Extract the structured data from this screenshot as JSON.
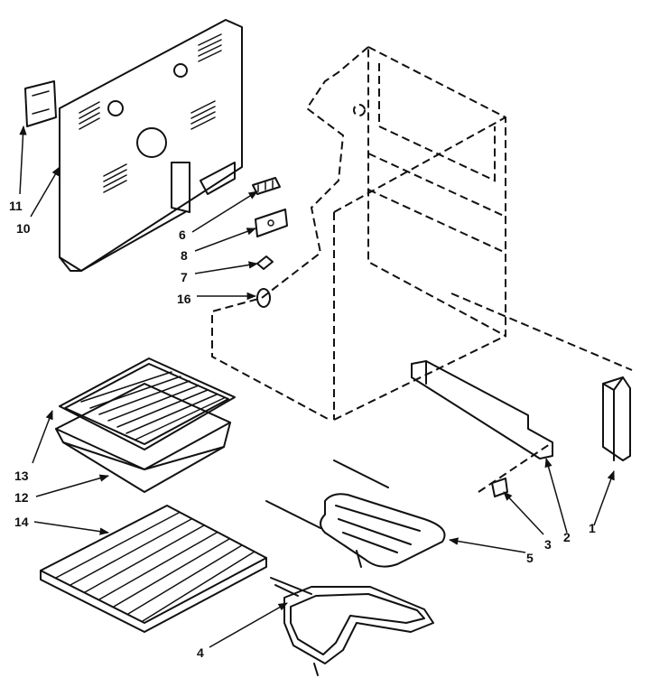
{
  "callouts": [
    {
      "id": "11",
      "text": "11"
    },
    {
      "id": "10",
      "text": "10"
    },
    {
      "id": "6",
      "text": "6"
    },
    {
      "id": "8",
      "text": "8"
    },
    {
      "id": "7",
      "text": "7"
    },
    {
      "id": "16",
      "text": "16"
    },
    {
      "id": "13",
      "text": "13"
    },
    {
      "id": "12",
      "text": "12"
    },
    {
      "id": "14",
      "text": "14"
    },
    {
      "id": "4",
      "text": "4"
    },
    {
      "id": "5",
      "text": "5"
    },
    {
      "id": "3",
      "text": "3"
    },
    {
      "id": "2",
      "text": "2"
    },
    {
      "id": "1",
      "text": "1"
    }
  ]
}
